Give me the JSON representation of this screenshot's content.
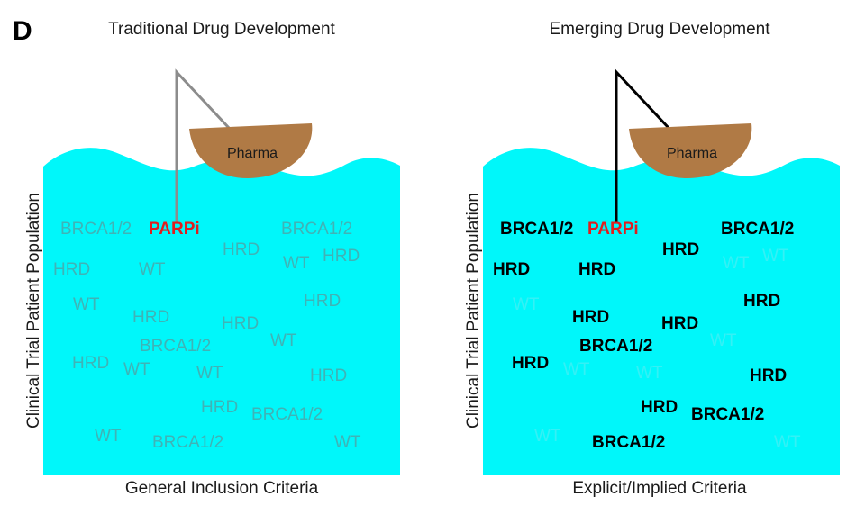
{
  "panel_letter": "D",
  "colors": {
    "water": "#00f7fa",
    "boat": "#b07a45",
    "drug": "#e01e1e",
    "faded_text": "#3fb3b6",
    "ghost_text": "#35f0f5",
    "bold_text": "#000000"
  },
  "icons": [
    "boat-icon",
    "fishing-rod-icon"
  ],
  "left_panel": {
    "title": "Traditional Drug Development",
    "boat_label": "Pharma",
    "y_axis_label": "Clinical Trial Patient Population",
    "x_axis_label": "General Inclusion Criteria",
    "drug_label": "PARPi",
    "labels": [
      {
        "text": "BRCA1/2",
        "style": "faded"
      },
      {
        "text": "BRCA1/2",
        "style": "faded"
      },
      {
        "text": "HRD",
        "style": "faded"
      },
      {
        "text": "WT",
        "style": "faded"
      },
      {
        "text": "HRD",
        "style": "faded"
      },
      {
        "text": "HRD",
        "style": "faded"
      },
      {
        "text": "WT",
        "style": "faded"
      },
      {
        "text": "WT",
        "style": "faded"
      },
      {
        "text": "HRD",
        "style": "faded"
      },
      {
        "text": "HRD",
        "style": "faded"
      },
      {
        "text": "HRD",
        "style": "faded"
      },
      {
        "text": "WT",
        "style": "faded"
      },
      {
        "text": "BRCA1/2",
        "style": "faded"
      },
      {
        "text": "HRD",
        "style": "faded"
      },
      {
        "text": "WT",
        "style": "faded"
      },
      {
        "text": "WT",
        "style": "faded"
      },
      {
        "text": "HRD",
        "style": "faded"
      },
      {
        "text": "HRD",
        "style": "faded"
      },
      {
        "text": "BRCA1/2",
        "style": "faded"
      },
      {
        "text": "WT",
        "style": "faded"
      },
      {
        "text": "BRCA1/2",
        "style": "faded"
      },
      {
        "text": "WT",
        "style": "faded"
      }
    ]
  },
  "right_panel": {
    "title": "Emerging Drug Development",
    "boat_label": "Pharma",
    "y_axis_label": "Clinical Trial Patient Population",
    "x_axis_label": "Explicit/Implied Criteria",
    "drug_label": "PARPi",
    "labels": [
      {
        "text": "BRCA1/2",
        "style": "bold"
      },
      {
        "text": "BRCA1/2",
        "style": "bold"
      },
      {
        "text": "HRD",
        "style": "bold"
      },
      {
        "text": "HRD",
        "style": "bold"
      },
      {
        "text": "HRD",
        "style": "bold"
      },
      {
        "text": "WT",
        "style": "ghost"
      },
      {
        "text": "WT",
        "style": "ghost"
      },
      {
        "text": "WT",
        "style": "ghost"
      },
      {
        "text": "HRD",
        "style": "bold"
      },
      {
        "text": "HRD",
        "style": "bold"
      },
      {
        "text": "HRD",
        "style": "bold"
      },
      {
        "text": "WT",
        "style": "ghost"
      },
      {
        "text": "BRCA1/2",
        "style": "bold"
      },
      {
        "text": "HRD",
        "style": "bold"
      },
      {
        "text": "WT",
        "style": "ghost"
      },
      {
        "text": "WT",
        "style": "ghost"
      },
      {
        "text": "HRD",
        "style": "bold"
      },
      {
        "text": "HRD",
        "style": "bold"
      },
      {
        "text": "BRCA1/2",
        "style": "bold"
      },
      {
        "text": "WT",
        "style": "ghost"
      },
      {
        "text": "BRCA1/2",
        "style": "bold"
      },
      {
        "text": "WT",
        "style": "ghost"
      }
    ]
  }
}
